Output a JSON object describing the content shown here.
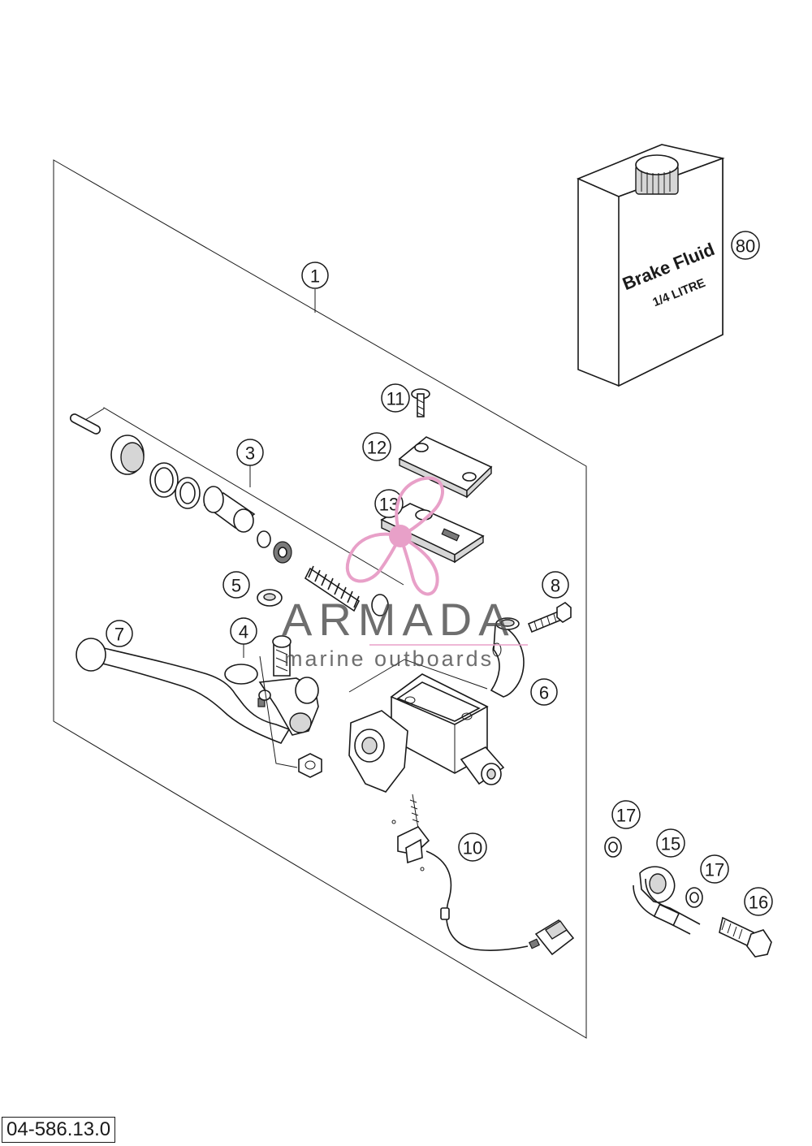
{
  "diagram": {
    "callouts": [
      "1",
      "3",
      "4",
      "5",
      "6",
      "7",
      "8",
      "10",
      "11",
      "12",
      "13",
      "15",
      "16",
      "17",
      "17",
      "80"
    ],
    "brake_fluid": {
      "line1": "Brake Fluid",
      "line2": "1/4 LITRE"
    },
    "code": "04-586.13.0"
  },
  "watermark": {
    "brand": "ARMADA",
    "tagline": "marine outboards",
    "color": "#e8a0c8"
  }
}
